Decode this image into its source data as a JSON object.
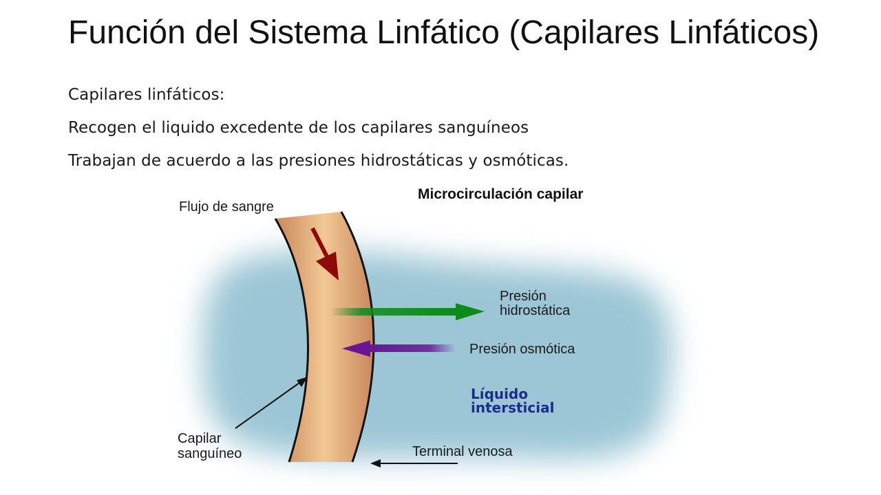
{
  "slide": {
    "title": "Función del Sistema Linfático (Capilares Linfáticos)",
    "bullets": [
      "Capilares linfáticos:",
      "Recogen el liquido excedente de los capilares sanguíneos",
      "Trabajan de acuerdo a las presiones hidrostáticas y osmóticas."
    ]
  },
  "diagram": {
    "heading": "Microcirculación capilar",
    "blood_flow_label": "Flujo de sangre",
    "hydrostatic_pressure_label": [
      "Presión",
      "hidrostática"
    ],
    "osmotic_pressure_label": "Presión osmótica",
    "interstitial_fluid_label": [
      "Líquido",
      "intersticial"
    ],
    "blood_capillary_label": [
      "Capilar",
      "sanguíneo"
    ],
    "venous_terminal_label": "Terminal venosa",
    "colors": {
      "interstitial_fluid": "#9cc6d6",
      "capillary_edge": "#c8875c",
      "capillary_center": "#f3c894",
      "blood_flow_arrow": "#8b0a0a",
      "hydrostatic_arrow": "#0e8a1c",
      "osmotic_arrow": "#6a1596",
      "interstitial_text": "#1c2b8f"
    }
  }
}
